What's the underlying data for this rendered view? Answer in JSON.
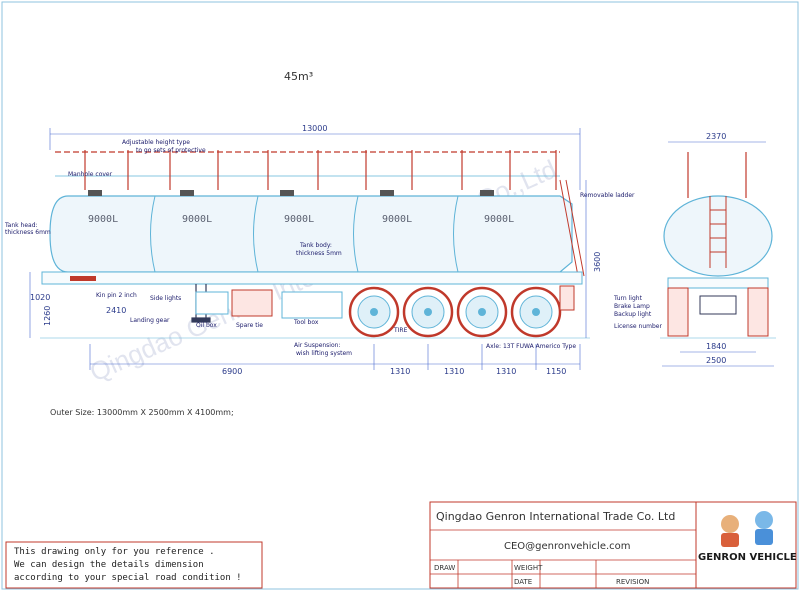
{
  "capacity": "45m³",
  "dims": {
    "overall_length": "13000",
    "front_height": "1020",
    "kingpin_offset": "2410",
    "landing_gear_height": "1260",
    "wheelbase": "6900",
    "axle_spacing_1": "1310",
    "axle_spacing_2": "1310",
    "axle_spacing_3": "1310",
    "rear_overhang": "1150",
    "total_height": "3600",
    "end_width": "2370",
    "track_width": "1840",
    "overall_width": "2500"
  },
  "compartments": [
    "9000L",
    "9000L",
    "9000L",
    "9000L",
    "9000L"
  ],
  "labels": {
    "adjustable_rail": "Adjustable height type",
    "adjustable_rail_2": "to go sets of protective",
    "manhole": "Manhole cover",
    "tank_head": "Tank head:",
    "tank_head_2": "thickness 6mm",
    "removable_ladder": "Removable ladder",
    "tank_body": "Tank body:",
    "tank_body_2": "thickness 5mm",
    "kingpin": "Kin pin 2 inch",
    "side_lights": "Side lights",
    "landing_gear": "Landing gear",
    "oil_box": "Oil box",
    "spare_tire": "Spare tie",
    "tool_box": "Tool box",
    "tire": "TIRE",
    "air_suspension": "Air Suspension:",
    "air_suspension_2": "wish lifting system",
    "axle": "Axle: 13T FUWA Americo Type",
    "turn_light": "Turn light",
    "brake_lamp": "Brake Lamp",
    "backup_light": "Backup light",
    "license_number": "License number"
  },
  "outer_size": "Outer Size: 13000mm X 2500mm X 4100mm;",
  "note_lines": [
    "This drawing only for you reference .",
    "We can design the details dimension",
    "according to your special road condition !"
  ],
  "title_block": {
    "company": "Qingdao Genron International Trade Co. Ltd",
    "email": "CEO@genronvehicle.com",
    "draw": "DRAW",
    "weight": "WEIGHT",
    "date": "DATE",
    "revision": "REVISION",
    "logo_text": "GENRON VEHICLE"
  },
  "watermark": "Qingdao Genron International Trade Co.,Ltd",
  "colors": {
    "line_blue": "#5fb4d8",
    "dim_blue": "#4a6ad0",
    "red": "#c0392b",
    "frame_dark": "#333a5a"
  }
}
